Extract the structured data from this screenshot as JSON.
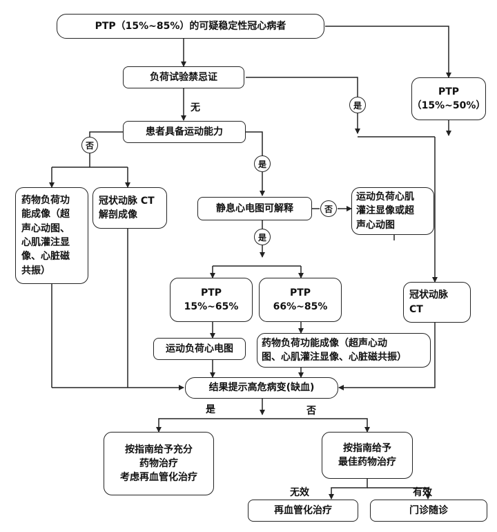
{
  "nodes": {
    "start": "PTP（15%~85%）的可疑稳定性冠心病者",
    "contraindication": "负荷试验禁忌证",
    "ptp_low": "PTP\n（15%~50%）",
    "exercise_ability": "患者具备运动能力",
    "drug_stress_imaging": "药物负荷功\n能成像（超\n声心动图、\n心肌灌注显\n像、心脏磁\n共振）",
    "ccta_anatomy": "冠状动脉 CT\n解剖成像",
    "rest_ecg": "静息心电图可解释",
    "exercise_perfusion": "运动负荷心肌\n灌注显像或超\n声心动图",
    "ptp_15_65": "PTP\n15%~65%",
    "ptp_66_85": "PTP\n66%~85%",
    "coronary_ct": "冠状动脉\nCT",
    "exercise_ecg": "运动负荷心电图",
    "drug_stress_imaging_2": "药物负荷功能成像（超声心动\n图、心肌灌注显像、心脏磁共振）",
    "high_risk_result": "结果提示高危病变(缺血)",
    "full_therapy": "按指南给予充分\n药物治疗\n考虑再血管化治疗",
    "best_therapy": "按指南给予\n最佳药物治疗",
    "revascularization": "再血管化治疗",
    "outpatient_followup": "门诊随诊"
  },
  "labels": {
    "no_contra": "无",
    "yes_contra": "是",
    "no_exercise": "否",
    "yes_exercise": "是",
    "no_rest_ecg": "否",
    "yes_rest_ecg": "是",
    "yes_highrisk": "是",
    "no_highrisk": "否",
    "ineffective": "无效",
    "effective": "有效"
  }
}
